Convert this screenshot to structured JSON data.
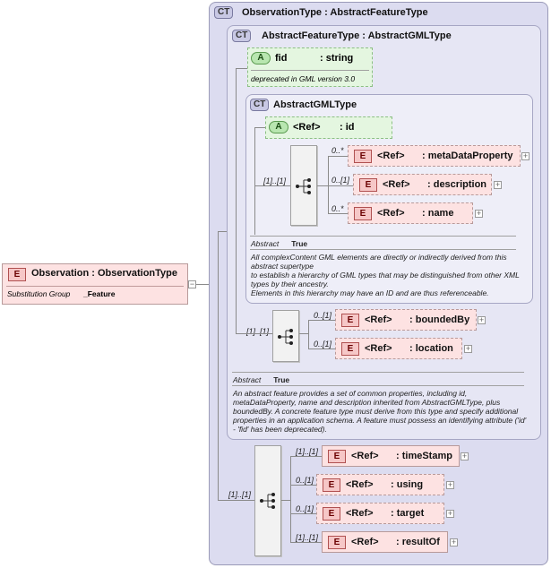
{
  "root": {
    "badge": "E",
    "name": "Observation",
    "sep": " : ",
    "type": "ObservationType",
    "subst_label": "Substitution Group",
    "subst_value": "_Feature",
    "toggle": "−"
  },
  "observation_type": {
    "badge": "CT",
    "title": "ObservationType : AbstractFeatureType",
    "card_top": "[1]..[1]",
    "sequence_elements": [
      {
        "card": "[1]..[1]",
        "ref": "<Ref>",
        "name": ": timeStamp"
      },
      {
        "card": "0..[1]",
        "ref": "<Ref>",
        "name": ": using"
      },
      {
        "card": "0..[1]",
        "ref": "<Ref>",
        "name": ": target"
      },
      {
        "card": "[1]..[1]",
        "ref": "<Ref>",
        "name": ": resultOf"
      }
    ]
  },
  "abstract_feature_type": {
    "badge": "CT",
    "title": "AbstractFeatureType : AbstractGMLType",
    "attr_fid": {
      "badge": "A",
      "name": "fid",
      "type": ": string",
      "note": "deprecated in GML version 3.0"
    },
    "seq_card": "[1]..[1]",
    "sequence_elements": [
      {
        "card": "0..[1]",
        "ref": "<Ref>",
        "name": ": boundedBy"
      },
      {
        "card": "0..[1]",
        "ref": "<Ref>",
        "name": ": location"
      }
    ],
    "abstract_label": "Abstract",
    "abstract_value": "True",
    "doc": "An abstract feature provides a set of common properties, including id, metaDataProperty, name and description inherited from AbstractGMLType, plus boundedBy.    A concrete feature type must derive from this type and specify additional  properties in an application schema. A feature must possess an identifying attribute ('id' - 'fid' has been deprecated)."
  },
  "abstract_gml_type": {
    "badge": "CT",
    "title": "AbstractGMLType",
    "attr_id": {
      "badge": "A",
      "ref": "<Ref>",
      "name": ": id"
    },
    "seq_card": "[1]..[1]",
    "sequence_elements": [
      {
        "card": "0..*",
        "ref": "<Ref>",
        "name": ": metaDataProperty"
      },
      {
        "card": "0..[1]",
        "ref": "<Ref>",
        "name": ": description"
      },
      {
        "card": "0..*",
        "ref": "<Ref>",
        "name": ": name"
      }
    ],
    "abstract_label": "Abstract",
    "abstract_value": "True",
    "doc": "All complexContent GML elements are directly or indirectly derived from this abstract supertype\nto establish a hierarchy of GML types that may be distinguished from other XML types by their ancestry.\nElements in this hierarchy may have an ID and are thus referenceable."
  },
  "icons": {
    "plus": "+",
    "element_badge": "E",
    "sequence_icon": "sequence-icon"
  }
}
